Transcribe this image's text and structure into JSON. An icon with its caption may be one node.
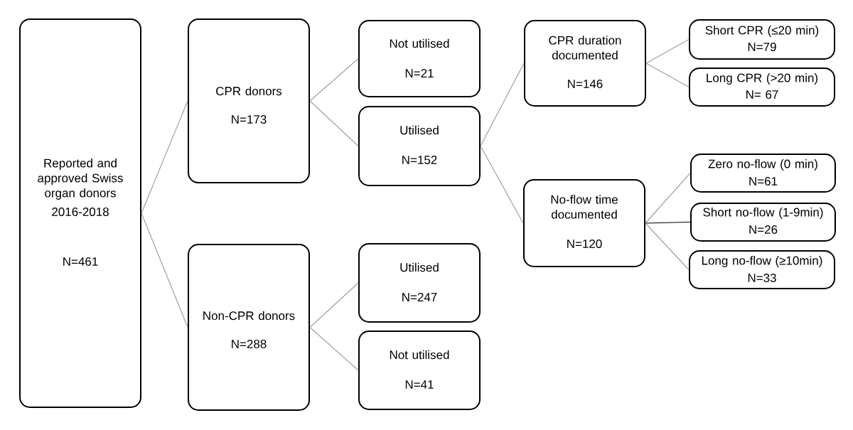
{
  "diagram": {
    "nodes": [
      {
        "text": [
          "Reported and approved Swiss organ donors",
          "2016-2018",
          "N=461"
        ]
      },
      {
        "text": [
          "CPR donors",
          "N=173"
        ]
      },
      {
        "text": [
          "Not utilised",
          "N=21"
        ]
      },
      {
        "text": [
          "Utilised",
          "N=152"
        ]
      },
      {
        "text": [
          "Non-CPR donors",
          "N=288"
        ]
      },
      {
        "text": [
          "Utilised",
          "N=247"
        ]
      },
      {
        "text": [
          "Not utilised",
          "N=41"
        ]
      },
      {
        "text": [
          "CPR duration documented",
          "N=146"
        ]
      },
      {
        "text": [
          "No-flow time documented",
          "N=120"
        ]
      },
      {
        "text": [
          "Short CPR (≤20 min)",
          "N=79"
        ]
      },
      {
        "text": [
          "Long CPR (>20 min)",
          "N= 67"
        ]
      },
      {
        "text": [
          "Zero no-flow (0 min)",
          "N=61"
        ]
      },
      {
        "text": [
          "Short no-flow (1-9min)",
          "N=26"
        ]
      },
      {
        "text": [
          "Long no-flow (≥10min)",
          "N=33"
        ]
      }
    ],
    "edges": [
      {
        "from": 0,
        "to": 1,
        "arrow": "none"
      },
      {
        "from": 0,
        "to": 4,
        "arrow": "none"
      },
      {
        "from": 1,
        "to": 2,
        "arrow": "none"
      },
      {
        "from": 1,
        "to": 3,
        "arrow": "none"
      },
      {
        "from": 4,
        "to": 5,
        "arrow": "none"
      },
      {
        "from": 4,
        "to": 6,
        "arrow": "none"
      },
      {
        "from": 3,
        "to": 7,
        "arrow": "none"
      },
      {
        "from": 3,
        "to": 8,
        "arrow": "none"
      },
      {
        "from": 7,
        "to": 9,
        "arrow": "none"
      },
      {
        "from": 7,
        "to": 10,
        "arrow": "none"
      },
      {
        "from": 8,
        "to": 11,
        "arrow": "none"
      },
      {
        "from": 8,
        "to": 12,
        "arrow": "none",
        "color": "#000000"
      },
      {
        "from": 8,
        "to": 13,
        "arrow": "none"
      }
    ]
  }
}
